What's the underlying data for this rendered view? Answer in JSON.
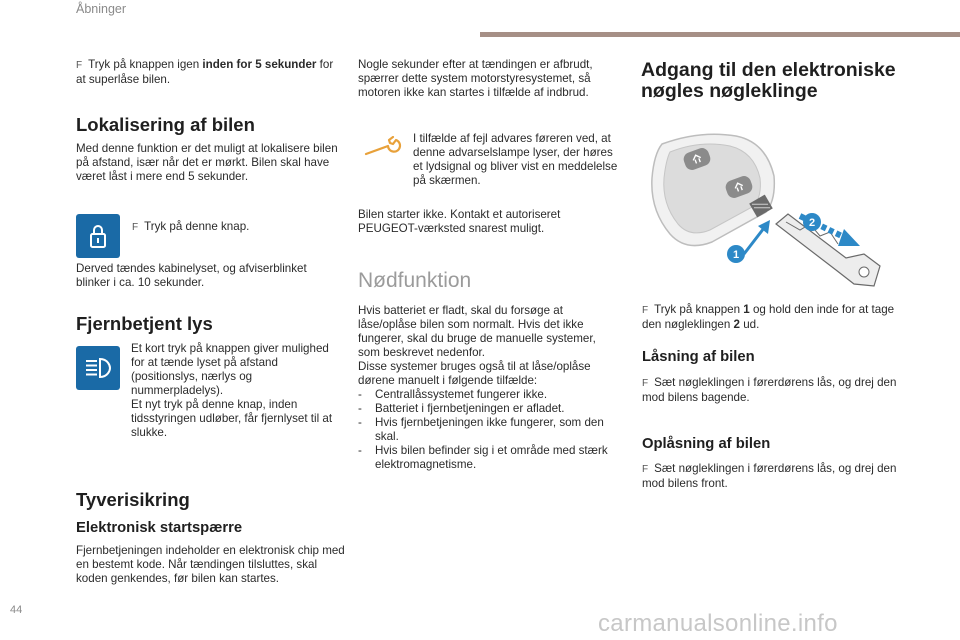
{
  "header": {
    "title": "Åbninger"
  },
  "page_number": "44",
  "watermark": "carmanualsonline.info",
  "col1": {
    "bullet1": {
      "pre": "Tryk på knappen igen ",
      "bold": "inden for 5 sekunder",
      "post": " for at superlåse bilen."
    },
    "locate": {
      "title": "Lokalisering af bilen",
      "text": "Med denne funktion er det muligt at lokalisere bilen på afstand, især når det er mørkt. Bilen skal have været låst i mere end 5 sekunder.",
      "bullet": "Tryk på denne knap.",
      "after": "Derved tændes kabinelyset, og afviserblinket blinker i ca. 10 sekunder."
    },
    "remote_light": {
      "title": "Fjernbetjent lys",
      "text1": "Et kort tryk på knappen giver mulighed for at tænde lyset på afstand (positionslys, nærlys og nummerpladelys).",
      "text2": "Et nyt tryk på denne knap, inden tidsstyringen udløber, får fjernlyset til at slukke."
    },
    "theft": {
      "title": "Tyverisikring",
      "subtitle": "Elektronisk startspærre",
      "text": "Fjernbetjeningen indeholder en elektronisk chip med en bestemt kode. Når tændingen tilsluttes, skal koden genkendes, før bilen kan startes."
    }
  },
  "col2": {
    "intro": "Nogle sekunder efter at tændingen er afbrudt, spærrer dette system motorstyresystemet, så motoren ikke kan startes i tilfælde af indbrud.",
    "warning": "I tilfælde af fejl advares føreren ved, at denne advarselslampe lyser, der høres et lydsignal og bliver vist en meddelelse på skærmen.",
    "no_start": "Bilen starter ikke. Kontakt et autoriseret PEUGEOT-værksted snarest muligt.",
    "emergency": {
      "title": "Nødfunktion",
      "text1": "Hvis batteriet er fladt, skal du forsøge at låse/oplåse bilen som normalt. Hvis det ikke fungerer, skal du bruge de manuelle systemer, som beskrevet nedenfor.",
      "text2": "Disse systemer bruges også til at låse/oplåse dørene manuelt i følgende tilfælde:",
      "items": [
        "Centrallåssystemet fungerer ikke.",
        "Batteriet i fjernbetjeningen er afladet.",
        "Hvis fjernbetjeningen ikke fungerer, som den skal.",
        "Hvis bilen befinder sig i et område med stærk elektromagnetisme."
      ]
    }
  },
  "col3": {
    "title": "Adgang til den elektroniske nøgles nøgleklinge",
    "illustration": {
      "label1": "1",
      "label2": "2"
    },
    "bullet": {
      "pre": "Tryk på knappen ",
      "b1": "1",
      "mid": " og hold den inde for at tage den nøgleklingen ",
      "b2": "2",
      "post": " ud."
    },
    "lock": {
      "title": "Låsning af bilen",
      "bullet": "Sæt nøgleklingen i førerdørens lås, og drej den mod bilens bagende."
    },
    "unlock": {
      "title": "Oplåsning af bilen",
      "bullet": "Sæt nøgleklingen i førerdørens lås, og drej den mod bilens front."
    }
  },
  "colors": {
    "accent_bar": "#a68f86",
    "icon_blue": "#1a6aa6",
    "watermark": "#c7c7c7"
  }
}
